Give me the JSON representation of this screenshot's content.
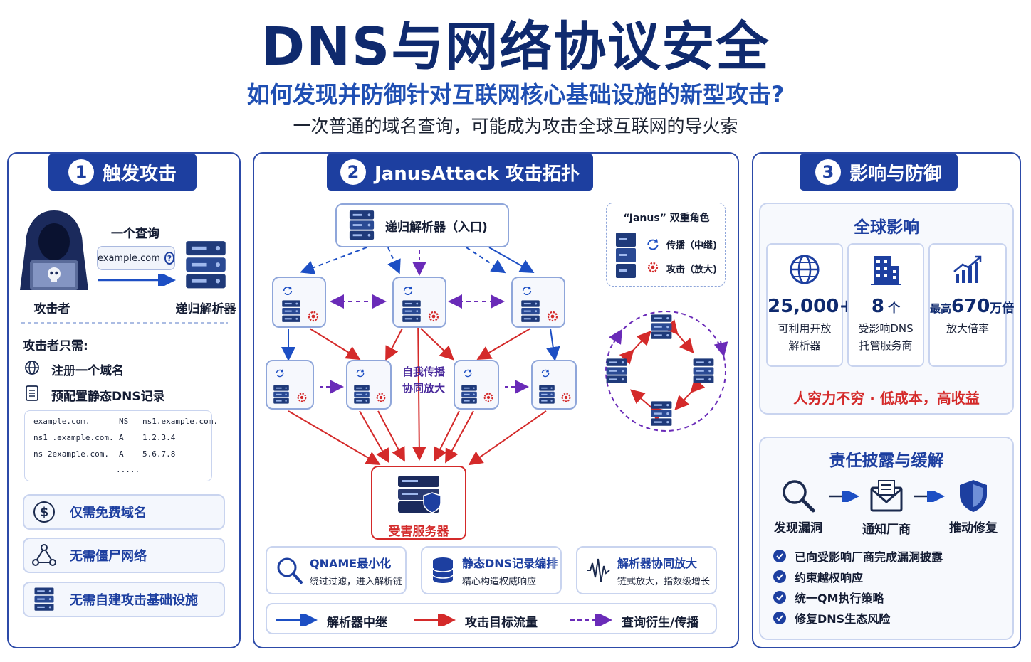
{
  "header": {
    "title": "DNS与网络协议安全",
    "subtitle": "如何发现并防御针对互联网核心基础设施的新型攻击?",
    "tagline": "一次普通的域名查询，可能成为攻击全球互联网的导火索"
  },
  "panel1": {
    "num": "1",
    "title": "触发攻击",
    "query_label": "一个查询",
    "query_domain": "example.com",
    "query_icon": "question-icon",
    "attacker_label": "攻击者",
    "resolver_label": "递归解析器",
    "needs_title": "攻击者只需:",
    "needs": [
      "注册一个域名",
      "预配置静态DNS记录"
    ],
    "records": [
      {
        "name": "example.com.",
        "type": "NS",
        "value": "ns1.example.com."
      },
      {
        "name": "ns1 .example.com.",
        "type": "A",
        "value": "1.2.3.4"
      },
      {
        "name": "ns 2example.com.",
        "type": "A",
        "value": "5.6.7.8"
      }
    ],
    "records_more": ".....",
    "pills": [
      {
        "icon": "dollar-icon",
        "label": "仅需免费域名"
      },
      {
        "icon": "network-icon",
        "label": "无需僵尸网络"
      },
      {
        "icon": "server-icon",
        "label": "无需自建攻击基础设施"
      }
    ]
  },
  "panel2": {
    "num": "2",
    "title": "JanusAttack 攻击拓扑",
    "entry_label": "递归解析器（入口)",
    "self_label_1": "自我传播",
    "self_label_2": "协同放大",
    "victim_label": "受害服务器",
    "janus_title": "“Janus” 双重角色",
    "janus_roles": [
      {
        "icon": "relay-icon",
        "label": "传播（中继)"
      },
      {
        "icon": "amplify-icon",
        "label": "攻击（放大)"
      }
    ],
    "features": [
      {
        "icon": "magnifier-icon",
        "title": "QNAME最小化",
        "desc": "绕过过滤，进入解析链"
      },
      {
        "icon": "database-icon",
        "title": "静态DNS记录编排",
        "desc": "精心构造权威响应"
      },
      {
        "icon": "waveform-icon",
        "title": "解析器协同放大",
        "desc": "链式放大，指数级增长"
      }
    ],
    "legend": [
      {
        "label": "解析器中继",
        "color": "#1d4fc4",
        "style": "solid"
      },
      {
        "label": "攻击目标流量",
        "color": "#d42a2a",
        "style": "solid"
      },
      {
        "label": "查询衍生/传播",
        "color": "#6a2bb8",
        "style": "dashed"
      }
    ]
  },
  "panel3": {
    "num": "3",
    "title": "影响与防御",
    "global_title": "全球影响",
    "stats": [
      {
        "icon": "globe-icon",
        "value": "25,000+",
        "prefix": "",
        "unit": "",
        "lines": [
          "可利用开放",
          "解析器"
        ]
      },
      {
        "icon": "building-icon",
        "value": "8",
        "prefix": "",
        "unit": "个",
        "lines": [
          "受影响DNS",
          "托管服务商"
        ]
      },
      {
        "icon": "growth-chart-icon",
        "value": "670",
        "prefix": "最高",
        "unit": "万倍",
        "lines": [
          "放大倍率",
          ""
        ]
      }
    ],
    "slogan": "人穷力不穷 · 低成本，高收益",
    "disclosure_title": "责任披露与缓解",
    "steps": [
      {
        "icon": "search-icon",
        "label": "发现漏洞"
      },
      {
        "icon": "mail-icon",
        "label": "通知厂商"
      },
      {
        "icon": "shield-icon",
        "label": "推动修复"
      }
    ],
    "checks": [
      "已向受影响厂商完成漏洞披露",
      "约束越权响应",
      "统一QM执行策略",
      "修复DNS生态风险"
    ]
  },
  "colors": {
    "navy": "#0f2a6e",
    "primary": "#1d3fa0",
    "red": "#d42a2a",
    "purple": "#6a2bb8"
  }
}
